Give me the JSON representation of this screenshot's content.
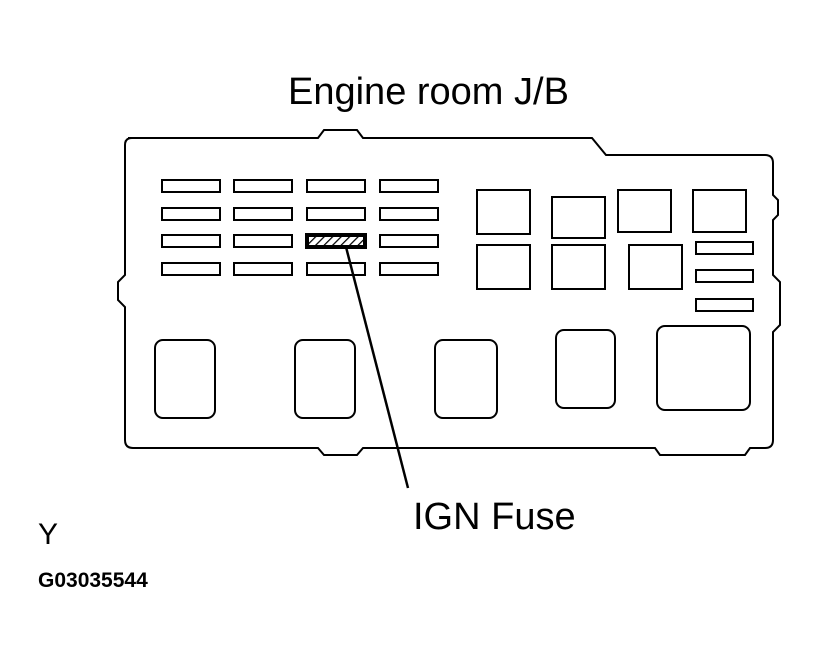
{
  "title": "Engine room J/B",
  "callout_label": "IGN Fuse",
  "corner_letter": "Y",
  "figure_code": "G03035544",
  "highlighted_fuse": "IGN Fuse",
  "colors": {
    "line": "#000000",
    "background": "#ffffff"
  }
}
